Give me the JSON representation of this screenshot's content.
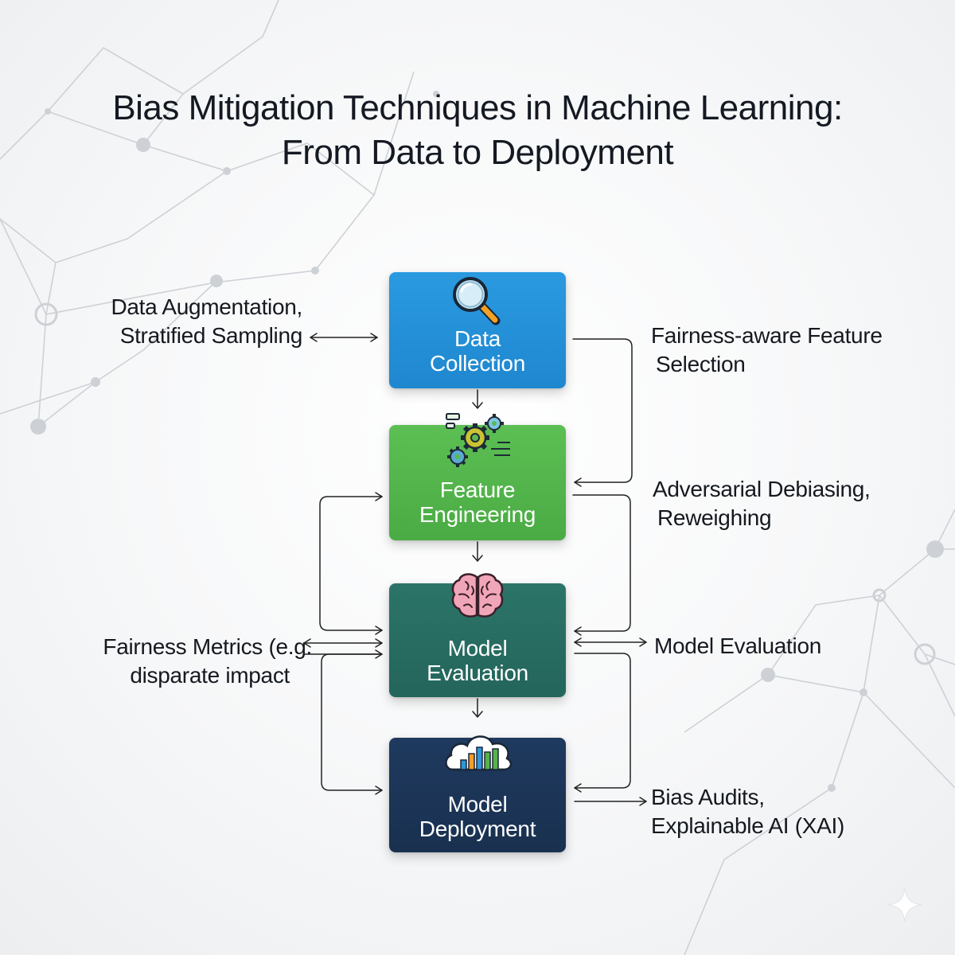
{
  "title": {
    "line1": "Bias Mitigation Techniques in Machine Learning:",
    "line2": "From Data to Deployment"
  },
  "stages": [
    {
      "id": "data-collection",
      "line1": "Data",
      "line2": "Collection",
      "icon": "magnifier-icon",
      "color": "#2291d8"
    },
    {
      "id": "feature-engineering",
      "line1": "Feature",
      "line2": "Engineering",
      "icon": "gears-icon",
      "color": "#52b54b"
    },
    {
      "id": "model-evaluation",
      "line1": "Model",
      "line2": "Evaluation",
      "icon": "brain-icon",
      "color": "#286c61"
    },
    {
      "id": "model-deployment",
      "line1": "Model",
      "line2": "Deployment",
      "icon": "cloud-chart-icon",
      "color": "#1c3557"
    }
  ],
  "annotations": {
    "data_augmentation": {
      "line1": "Data Augmentation,",
      "line2": "Stratified Sampling"
    },
    "fairness_feature": {
      "line1": "Fairness-aware Feature",
      "line2": "Selection"
    },
    "adversarial": {
      "line1": "Adversarial Debiasing,",
      "line2": "Reweighing"
    },
    "fairness_metrics": {
      "line1": "Fairness Metrics (e.g.",
      "line2": "disparate impact"
    },
    "model_evaluation": {
      "line1": "Model Evaluation"
    },
    "bias_audits": {
      "line1": "Bias Audits,",
      "line2": "Explainable AI (XAI)"
    }
  },
  "colors": {
    "data_collection": "#2291d8",
    "feature_engineering": "#52b54b",
    "model_evaluation": "#286c61",
    "model_deployment": "#1c3557",
    "connector": "#222222",
    "network": "#c9cdd2"
  }
}
